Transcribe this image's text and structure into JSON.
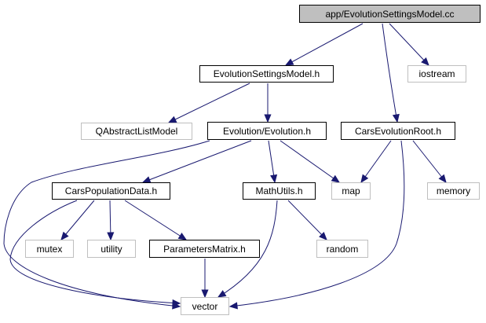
{
  "nodes": {
    "root": "app/EvolutionSettingsModel.cc",
    "esm_h": "EvolutionSettingsModel.h",
    "iostream": "iostream",
    "qalm": "QAbstractListModel",
    "evolution_h": "Evolution/Evolution.h",
    "cer_h": "CarsEvolutionRoot.h",
    "cpd_h": "CarsPopulationData.h",
    "mathutils_h": "MathUtils.h",
    "map": "map",
    "memory": "memory",
    "mutex": "mutex",
    "utility": "utility",
    "pm_h": "ParametersMatrix.h",
    "random": "random",
    "vector": "vector"
  },
  "node_kinds": {
    "root": "root",
    "esm_h": "defined",
    "iostream": "external",
    "qalm": "external",
    "evolution_h": "defined",
    "cer_h": "defined",
    "cpd_h": "defined",
    "mathutils_h": "defined",
    "map": "external",
    "memory": "external",
    "mutex": "external",
    "utility": "external",
    "pm_h": "defined",
    "random": "external",
    "vector": "external"
  },
  "edges": [
    [
      "root",
      "esm_h"
    ],
    [
      "root",
      "iostream"
    ],
    [
      "root",
      "cer_h"
    ],
    [
      "esm_h",
      "qalm"
    ],
    [
      "esm_h",
      "evolution_h"
    ],
    [
      "evolution_h",
      "cpd_h"
    ],
    [
      "evolution_h",
      "mathutils_h"
    ],
    [
      "evolution_h",
      "map"
    ],
    [
      "evolution_h",
      "vector"
    ],
    [
      "cer_h",
      "map"
    ],
    [
      "cer_h",
      "memory"
    ],
    [
      "cer_h",
      "vector"
    ],
    [
      "cpd_h",
      "mutex"
    ],
    [
      "cpd_h",
      "utility"
    ],
    [
      "cpd_h",
      "pm_h"
    ],
    [
      "cpd_h",
      "vector"
    ],
    [
      "mathutils_h",
      "random"
    ],
    [
      "mathutils_h",
      "vector"
    ],
    [
      "pm_h",
      "vector"
    ]
  ],
  "colors": {
    "edge": "#191970",
    "root_fill": "#bfbfbf",
    "defined_border": "#000000",
    "external_border": "#bfbfbf"
  }
}
